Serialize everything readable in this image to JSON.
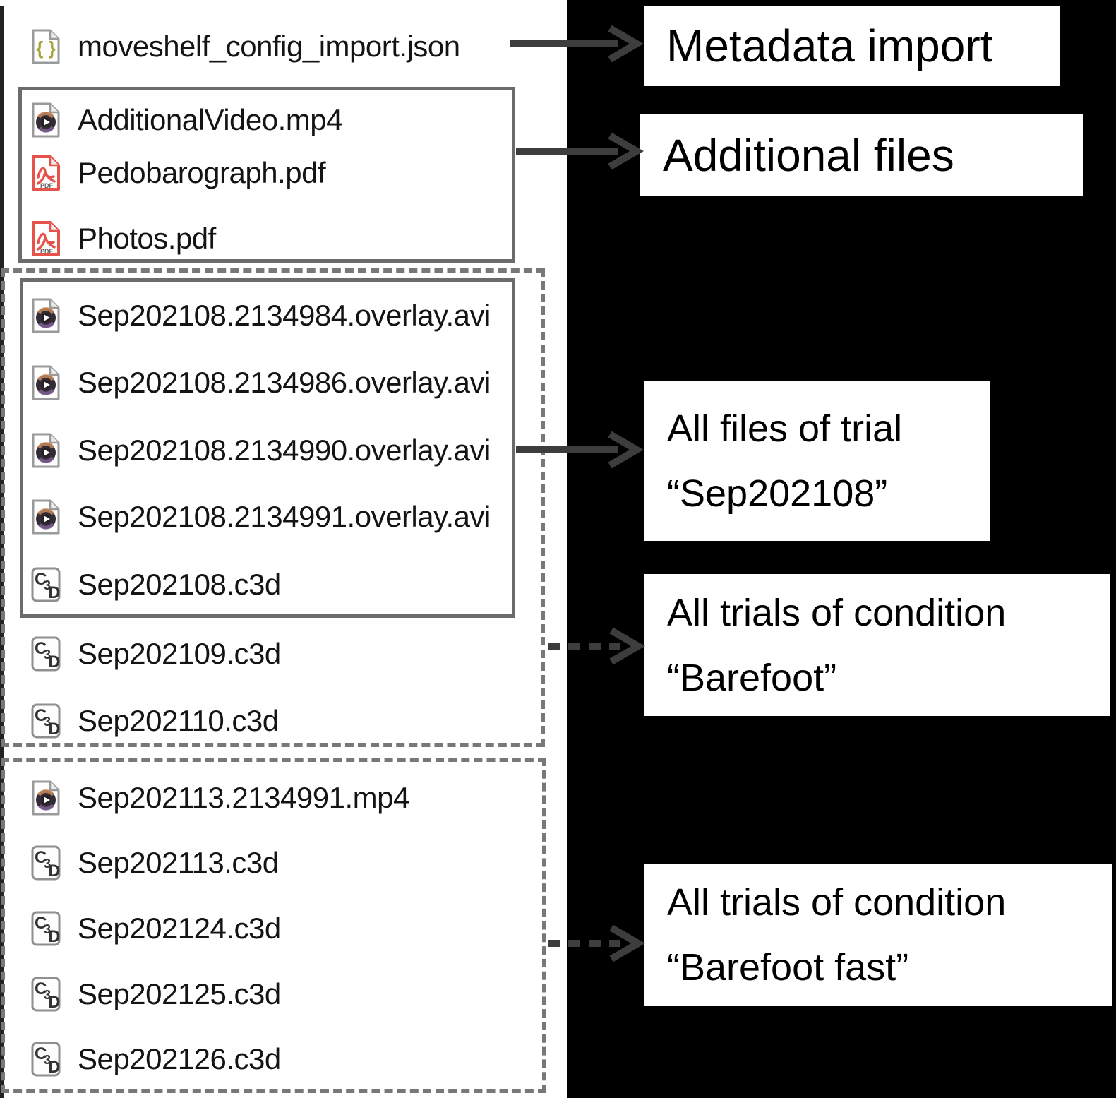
{
  "file_panel": {
    "files": [
      {
        "name": "moveshelf_config_import.json",
        "type": "json"
      },
      {
        "name": "AdditionalVideo.mp4",
        "type": "video"
      },
      {
        "name": "Pedobarograph.pdf",
        "type": "pdf"
      },
      {
        "name": "Photos.pdf",
        "type": "pdf"
      },
      {
        "name": "Sep202108.2134984.overlay.avi",
        "type": "video"
      },
      {
        "name": "Sep202108.2134986.overlay.avi",
        "type": "video"
      },
      {
        "name": "Sep202108.2134990.overlay.avi",
        "type": "video"
      },
      {
        "name": "Sep202108.2134991.overlay.avi",
        "type": "video"
      },
      {
        "name": "Sep202108.c3d",
        "type": "c3d"
      },
      {
        "name": "Sep202109.c3d",
        "type": "c3d"
      },
      {
        "name": "Sep202110.c3d",
        "type": "c3d"
      },
      {
        "name": "Sep202113.2134991.mp4",
        "type": "video"
      },
      {
        "name": "Sep202113.c3d",
        "type": "c3d"
      },
      {
        "name": "Sep202124.c3d",
        "type": "c3d"
      },
      {
        "name": "Sep202125.c3d",
        "type": "c3d"
      },
      {
        "name": "Sep202126.c3d",
        "type": "c3d"
      }
    ],
    "icon_names": {
      "json": "json-file-icon",
      "video": "video-file-icon",
      "pdf": "pdf-file-icon",
      "c3d": "c3d-file-icon"
    }
  },
  "groups": [
    {
      "id": "additional-files-group",
      "style": "solid",
      "members": [
        "AdditionalVideo.mp4",
        "Pedobarograph.pdf",
        "Photos.pdf"
      ]
    },
    {
      "id": "condition-barefoot-group",
      "style": "dashed",
      "members": [
        "Sep202108.2134984.overlay.avi",
        "Sep202108.2134986.overlay.avi",
        "Sep202108.2134990.overlay.avi",
        "Sep202108.2134991.overlay.avi",
        "Sep202108.c3d",
        "Sep202109.c3d",
        "Sep202110.c3d"
      ]
    },
    {
      "id": "trial-sep202108-group",
      "style": "solid",
      "members": [
        "Sep202108.2134984.overlay.avi",
        "Sep202108.2134986.overlay.avi",
        "Sep202108.2134990.overlay.avi",
        "Sep202108.2134991.overlay.avi",
        "Sep202108.c3d"
      ]
    },
    {
      "id": "condition-barefoot-fast-group",
      "style": "dashed",
      "members": [
        "Sep202113.2134991.mp4",
        "Sep202113.c3d",
        "Sep202124.c3d",
        "Sep202125.c3d",
        "Sep202126.c3d"
      ]
    }
  ],
  "annotations": {
    "labels": [
      {
        "id": "metadata-import",
        "lines": [
          "Metadata import"
        ]
      },
      {
        "id": "additional-files",
        "lines": [
          "Additional files"
        ]
      },
      {
        "id": "trial-sep202108",
        "lines": [
          "All files of trial",
          "“Sep202108”"
        ]
      },
      {
        "id": "condition-barefoot",
        "lines": [
          "All trials of condition",
          "“Barefoot”"
        ]
      },
      {
        "id": "condition-barefoot-fast",
        "lines": [
          "All trials of condition",
          "“Barefoot fast”"
        ]
      }
    ],
    "arrows": [
      {
        "target": "metadata-import",
        "style": "solid"
      },
      {
        "target": "additional-files",
        "style": "solid"
      },
      {
        "target": "trial-sep202108",
        "style": "solid"
      },
      {
        "target": "condition-barefoot",
        "style": "dashed"
      },
      {
        "target": "condition-barefoot-fast",
        "style": "dashed"
      }
    ]
  },
  "colors": {
    "background": "#000000",
    "panel": "#ffffff",
    "arrow": "#3d3d3d",
    "solid_box_border": "#6b6b6b",
    "dashed_box_border": "#787878",
    "filename_text": "#141414",
    "label_text": "#000000",
    "pdf_red": "#e5534b",
    "json_olive": "#a8a43c",
    "c3d_glyph": "#333333"
  }
}
